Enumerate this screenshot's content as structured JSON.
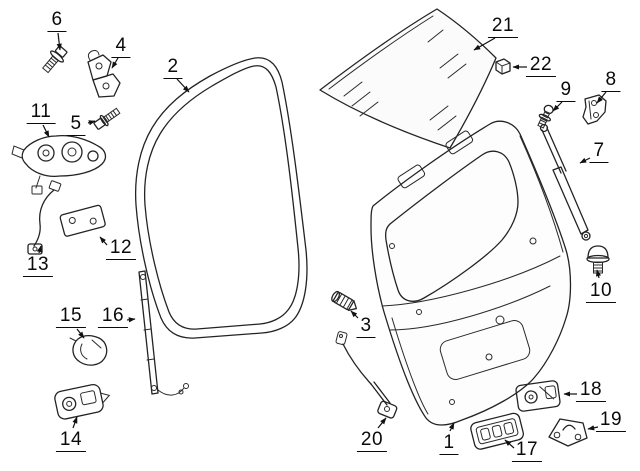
{
  "diagram": {
    "subject": "Liftgate / tailgate exploded parts diagram",
    "colors": {
      "background": "#ffffff",
      "line": "#232323",
      "label": "#0a0a0a"
    },
    "callouts": [
      {
        "number": "1"
      },
      {
        "number": "2"
      },
      {
        "number": "3"
      },
      {
        "number": "4"
      },
      {
        "number": "5"
      },
      {
        "number": "6"
      },
      {
        "number": "7"
      },
      {
        "number": "8"
      },
      {
        "number": "9"
      },
      {
        "number": "10"
      },
      {
        "number": "11"
      },
      {
        "number": "12"
      },
      {
        "number": "13"
      },
      {
        "number": "14"
      },
      {
        "number": "15"
      },
      {
        "number": "16"
      },
      {
        "number": "17"
      },
      {
        "number": "18"
      },
      {
        "number": "19"
      },
      {
        "number": "20"
      },
      {
        "number": "21"
      },
      {
        "number": "22"
      }
    ]
  }
}
